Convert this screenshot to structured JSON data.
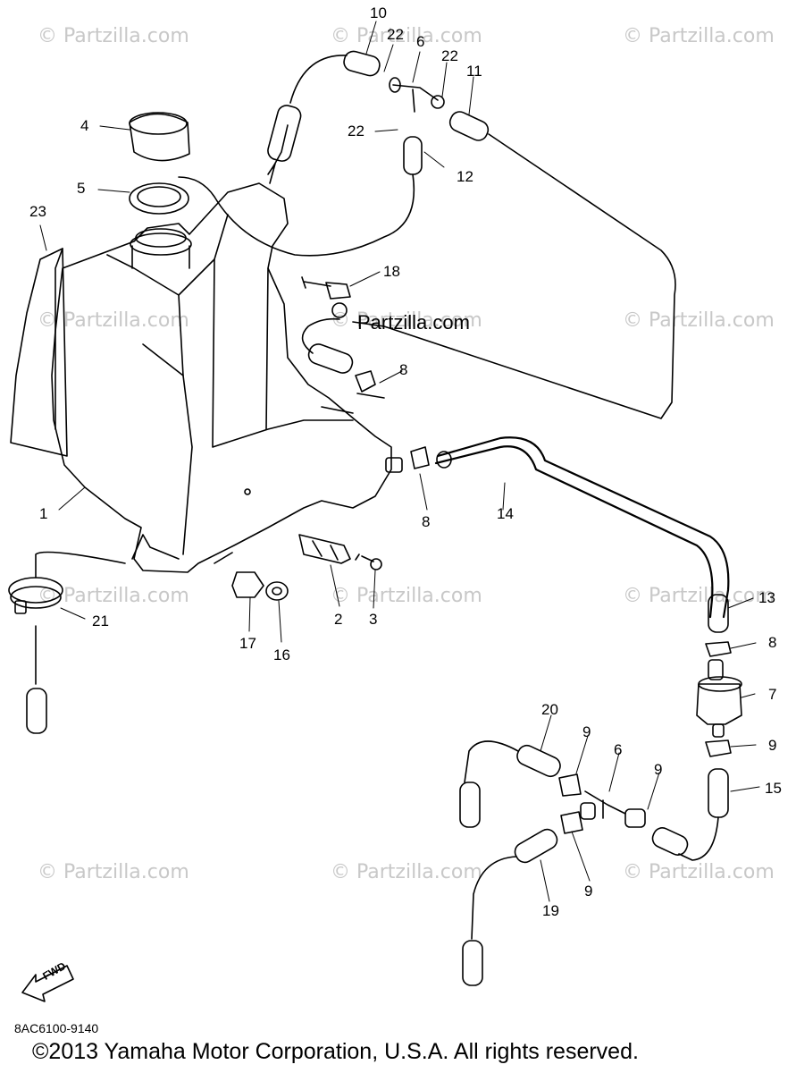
{
  "watermarks": [
    "© Partzilla.com",
    "© Partzilla.com",
    "© Partzilla.com",
    "© Partzilla.com",
    "© Partzilla.com",
    "© Partzilla.com",
    "© Partzilla.com",
    "© Partzilla.com",
    "© Partzilla.com",
    "© Partzilla.com",
    "© Partzilla.com",
    "© Partzilla.com"
  ],
  "site_label": "Partzilla.com",
  "callouts": [
    "10",
    "22",
    "6",
    "22",
    "11",
    "4",
    "22",
    "12",
    "5",
    "23",
    "18",
    "8",
    "1",
    "8",
    "14",
    "13",
    "21",
    "17",
    "16",
    "2",
    "3",
    "8",
    "7",
    "20",
    "9",
    "6",
    "9",
    "9",
    "15",
    "9",
    "19"
  ],
  "fwd_label": "FWD",
  "diagram_code": "8AC6100-9140",
  "copyright": "©2013  Yamaha Motor Corporation, U.S.A. All rights reserved."
}
